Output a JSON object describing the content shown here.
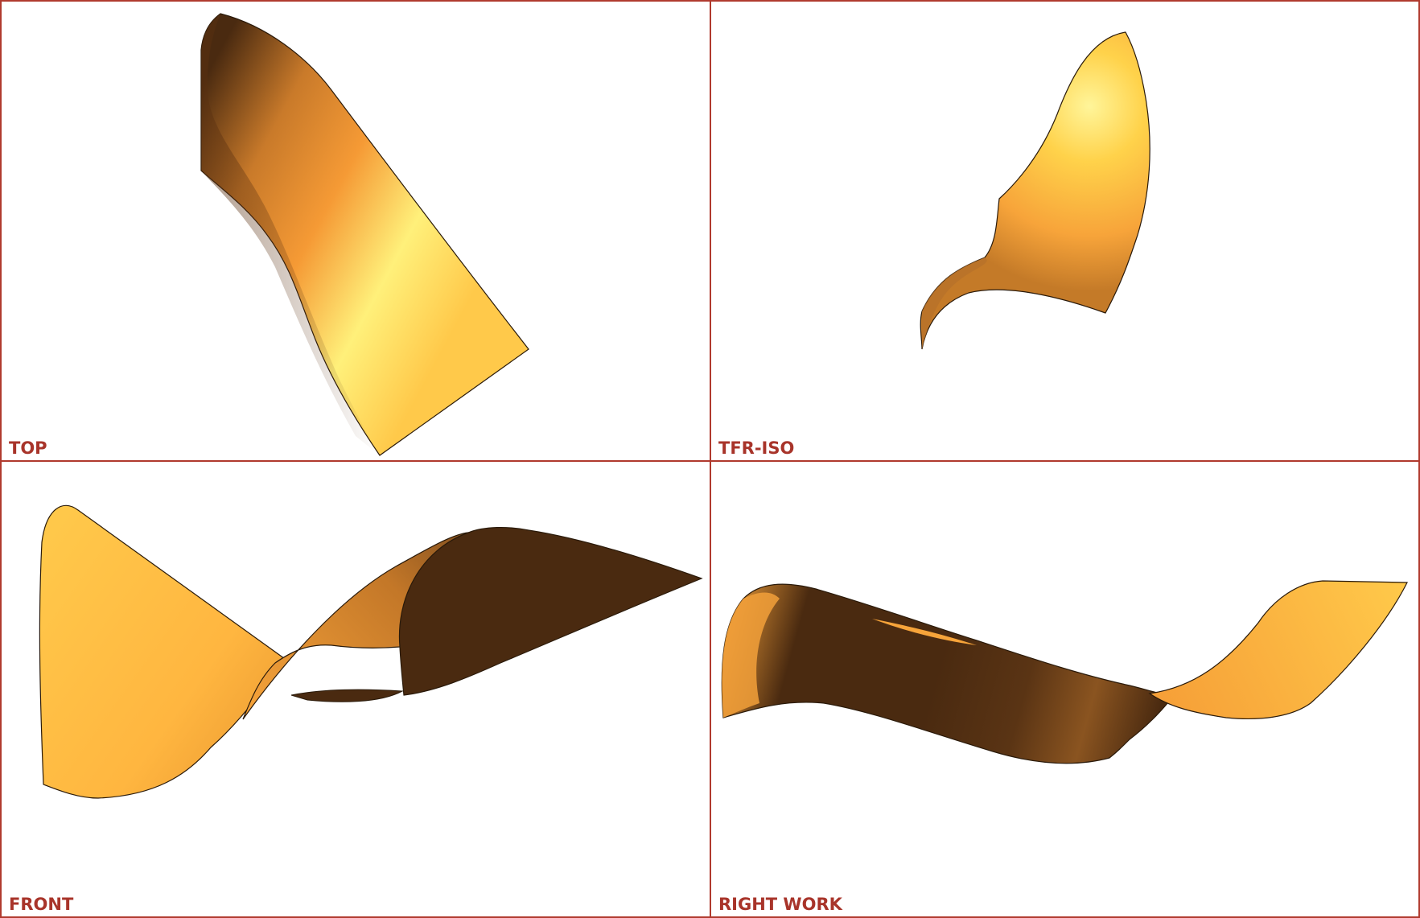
{
  "viewports": {
    "top": {
      "label": "TOP"
    },
    "tfr_iso": {
      "label": "TFR-ISO"
    },
    "front": {
      "label": "FRONT"
    },
    "right_work": {
      "label": "RIGHT WORK"
    }
  },
  "colors": {
    "border": "#b03a2e",
    "label": "#a8342a",
    "surface_light": "#ffe37a",
    "surface_mid": "#f7a43a",
    "surface_dark": "#4a2a10"
  }
}
